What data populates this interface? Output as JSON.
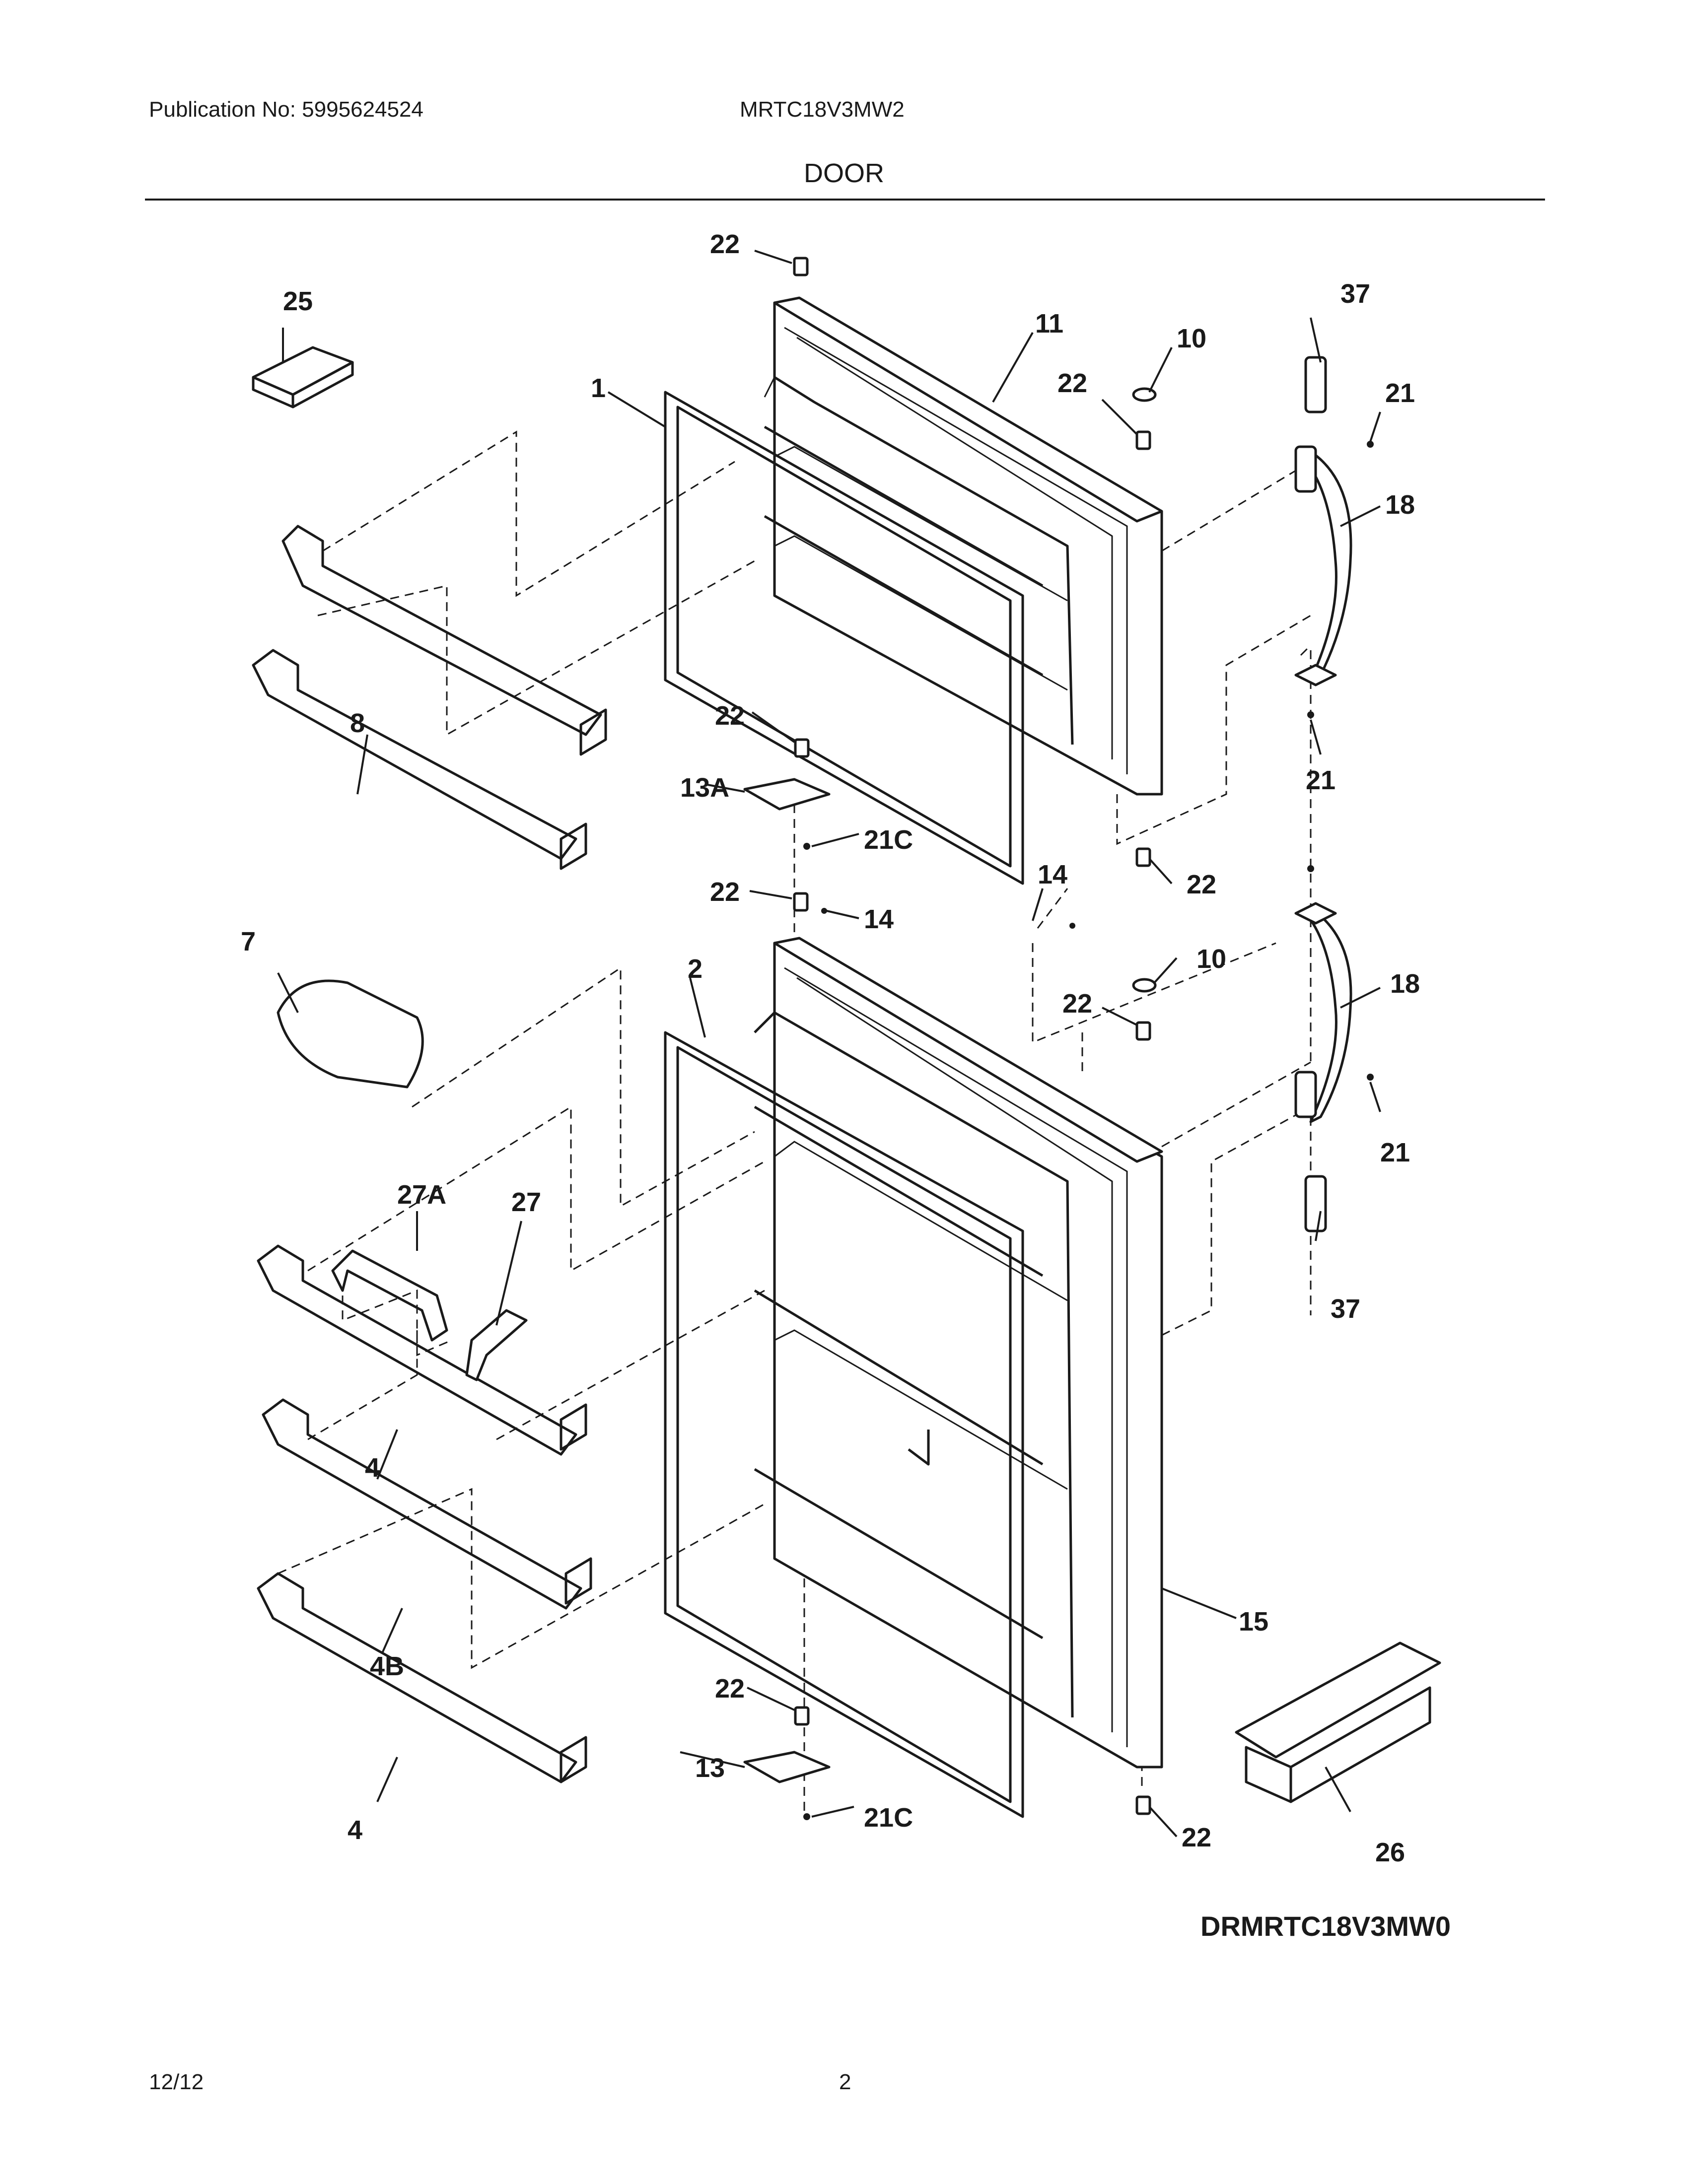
{
  "header": {
    "publication": "Publication No: 5995624524",
    "model": "MRTC18V3MW2",
    "section_title": "DOOR"
  },
  "diagram": {
    "code": "DRMRTC18V3MW0",
    "callouts": {
      "c1": "1",
      "c2": "2",
      "c4a": "4",
      "c4b": "4",
      "c4B": "4B",
      "c7": "7",
      "c8": "8",
      "c10a": "10",
      "c10b": "10",
      "c11": "11",
      "c13": "13",
      "c13A": "13A",
      "c14a": "14",
      "c14b": "14",
      "c15": "15",
      "c18a": "18",
      "c18b": "18",
      "c21a": "21",
      "c21b": "21",
      "c21c": "21",
      "c21Ca": "21C",
      "c21Cb": "21C",
      "c22a": "22",
      "c22b": "22",
      "c22c": "22",
      "c22d": "22",
      "c22e": "22",
      "c22f": "22",
      "c22g": "22",
      "c22h": "22",
      "c25": "25",
      "c26": "26",
      "c27": "27",
      "c27A": "27A",
      "c37a": "37",
      "c37b": "37"
    }
  },
  "footer": {
    "date": "12/12",
    "page": "2"
  }
}
